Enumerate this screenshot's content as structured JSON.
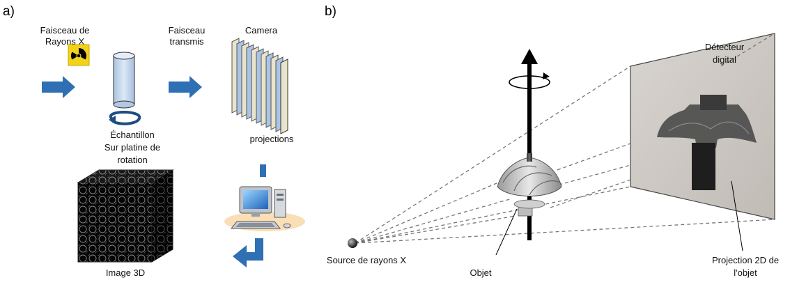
{
  "panel_a": {
    "letter": "a)",
    "beam_label_1": "Faisceau de",
    "beam_label_2": "Rayons X",
    "transmitted_label_1": "Faisceau",
    "transmitted_label_2": "transmis",
    "camera_label": "Camera",
    "sample_label_1": "Échantillon",
    "sample_label_2": "Sur platine de",
    "sample_label_3": "rotation",
    "projections_label": "projections",
    "image3d_label": "Image 3D",
    "colors": {
      "arrow": "#2f6fb3",
      "cylinder": "#c8d8ec",
      "radiation": "#f3d21b"
    },
    "icons": [
      "radiation-icon",
      "computer-icon",
      "rotation-arrow-icon",
      "3d-volume-icon"
    ]
  },
  "panel_b": {
    "letter": "b)",
    "detector_label_1": "Détecteur",
    "detector_label_2": "digital",
    "source_label": "Source de rayons X",
    "object_label": "Objet",
    "projection_label_1": "Projection 2D de",
    "projection_label_2": "l'objet"
  }
}
